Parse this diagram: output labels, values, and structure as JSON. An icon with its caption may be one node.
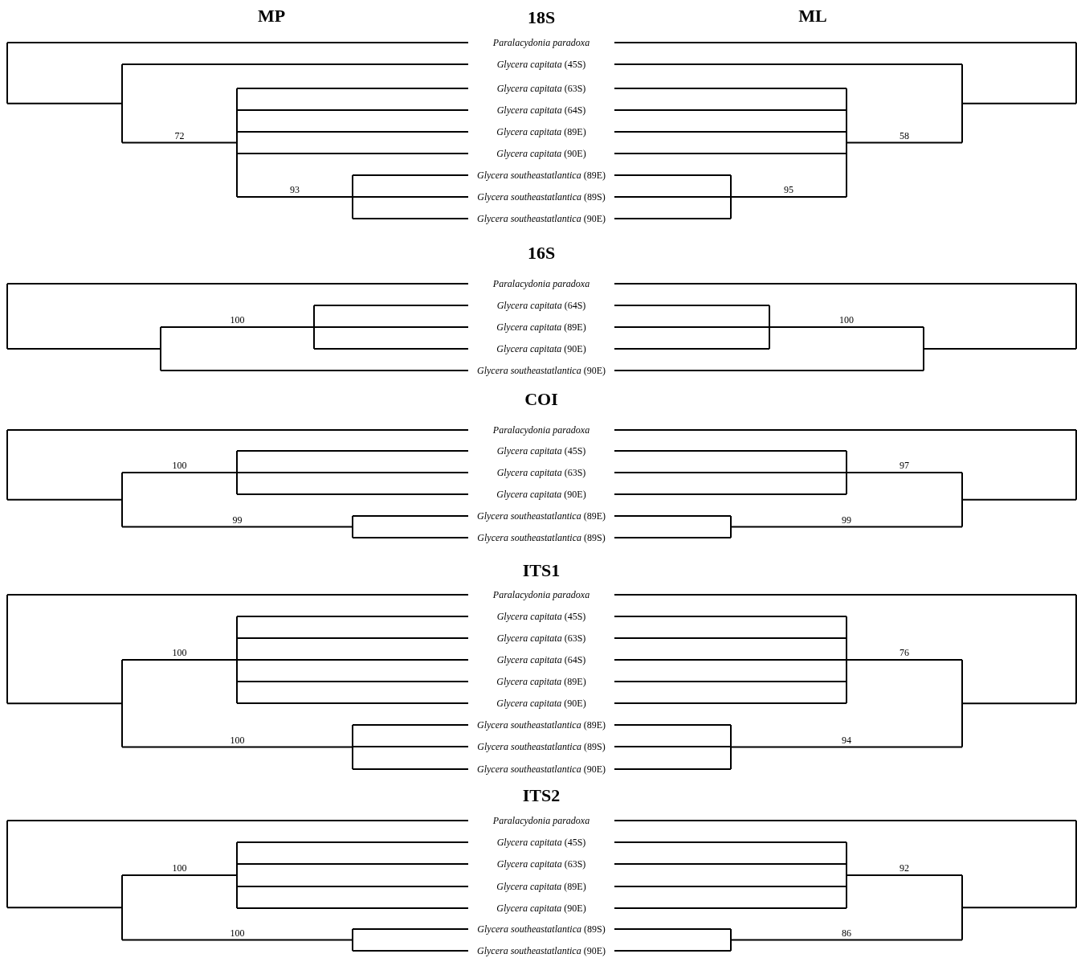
{
  "diagram": {
    "labels": [
      "MP",
      "18S",
      "ML",
      "Paralacydonia paradoxa",
      "*Glycera capitata* (45S)",
      "*Glycera capitata* (63S)",
      "*Glycera capitata* (64S)",
      "72",
      "*Glycera capitata* (89E)",
      "58",
      "*Glycera capitata* (90E)",
      "*Glycera southeastatlantica* (89E)",
      "93",
      "*Glycera southeastatlantica* (89S)",
      "95",
      "*Glycera southeastatlantica* (90E)",
      "16S",
      "Paralacydonia paradoxa",
      "*Glycera capitata* (64S)",
      "100",
      "*Glycera capitata* (89E)",
      "100",
      "*Glycera capitata* (90E)",
      "*Glycera southeastatlantica* (90E)",
      "COI",
      "Paralacydonia paradoxa",
      "*Glycera capitata* (45S)",
      "100",
      "*Glycera capitata* (63S)",
      "97",
      "*Glycera capitata* (90E)",
      "99",
      "*Glycera southeastatlantica* (89E)",
      "99",
      "*Glycera southeastatlantica* (89S)",
      "ITS1",
      "Paralacydonia paradoxa",
      "*Glycera capitata* (45S)",
      "*Glycera capitata* (63S)",
      "100",
      "*Glycera capitata* (64S)",
      "76",
      "*Glycera capitata* (89E)",
      "*Glycera capitata* (90E)",
      "*Glycera southeastatlantica* (89E)",
      "100",
      "*Glycera southeastatlantica* (89S)",
      "94",
      "*Glycera southeastatlantica* (90E)",
      "ITS2",
      "Paralacydonia paradoxa",
      "*Glycera capitata* (45S)",
      "*Glycera capitata* (63S)",
      "100",
      "92",
      "*Glycera capitata* (89E)",
      "*Glycera capitata* (90E)",
      "*Glycera southeastatlantica* (89S)",
      "100",
      "86",
      "*Glycera southeastatlantica* (90E)"
    ]
  }
}
